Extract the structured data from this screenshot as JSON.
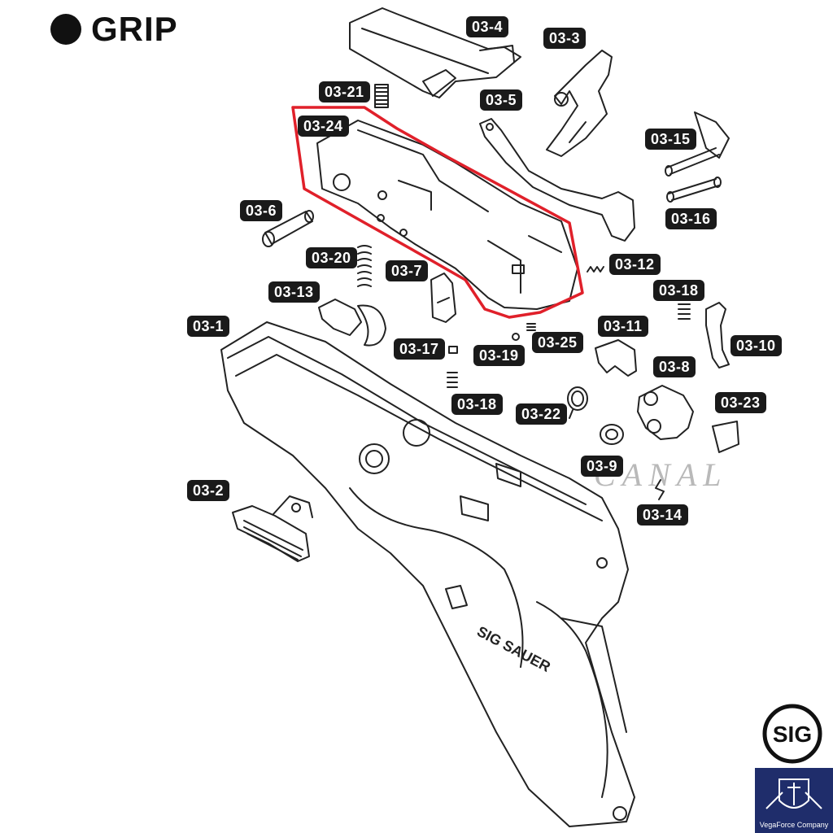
{
  "title": "GRIP",
  "watermark": "CANAL",
  "brand_logo_text": "SIG",
  "vf_logo_caption": "VegaForce Company",
  "engraving_text": "SIG SAUER",
  "highlight_color": "#e0202a",
  "labels": [
    {
      "id": "03-4",
      "text": "03-4"
    },
    {
      "id": "03-3",
      "text": "03-3"
    },
    {
      "id": "03-21",
      "text": "03-21"
    },
    {
      "id": "03-5",
      "text": "03-5"
    },
    {
      "id": "03-24",
      "text": "03-24"
    },
    {
      "id": "03-15",
      "text": "03-15"
    },
    {
      "id": "03-6",
      "text": "03-6"
    },
    {
      "id": "03-16",
      "text": "03-16"
    },
    {
      "id": "03-20",
      "text": "03-20"
    },
    {
      "id": "03-7",
      "text": "03-7"
    },
    {
      "id": "03-12",
      "text": "03-12"
    },
    {
      "id": "03-13",
      "text": "03-13"
    },
    {
      "id": "03-18a",
      "text": "03-18"
    },
    {
      "id": "03-1",
      "text": "03-1"
    },
    {
      "id": "03-11",
      "text": "03-11"
    },
    {
      "id": "03-17",
      "text": "03-17"
    },
    {
      "id": "03-25",
      "text": "03-25"
    },
    {
      "id": "03-19",
      "text": "03-19"
    },
    {
      "id": "03-10",
      "text": "03-10"
    },
    {
      "id": "03-8",
      "text": "03-8"
    },
    {
      "id": "03-18b",
      "text": "03-18"
    },
    {
      "id": "03-22",
      "text": "03-22"
    },
    {
      "id": "03-23",
      "text": "03-23"
    },
    {
      "id": "03-9",
      "text": "03-9"
    },
    {
      "id": "03-2",
      "text": "03-2"
    },
    {
      "id": "03-14",
      "text": "03-14"
    }
  ]
}
